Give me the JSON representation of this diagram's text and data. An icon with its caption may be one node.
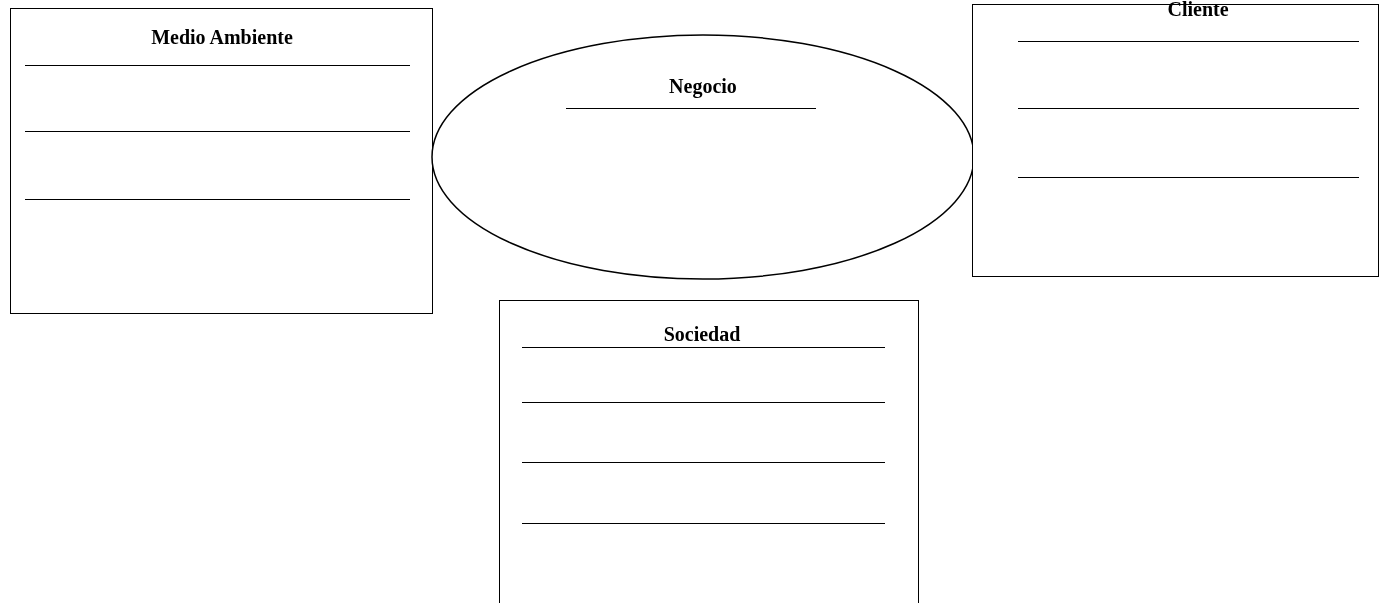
{
  "diagram": {
    "nodes": [
      {
        "text": [
          "Medio Ambiente"
        ]
      },
      {
        "text": [
          "Negocio"
        ]
      },
      {
        "text": [
          "Cliente"
        ]
      },
      {
        "text": [
          "Sociedad"
        ]
      }
    ]
  }
}
